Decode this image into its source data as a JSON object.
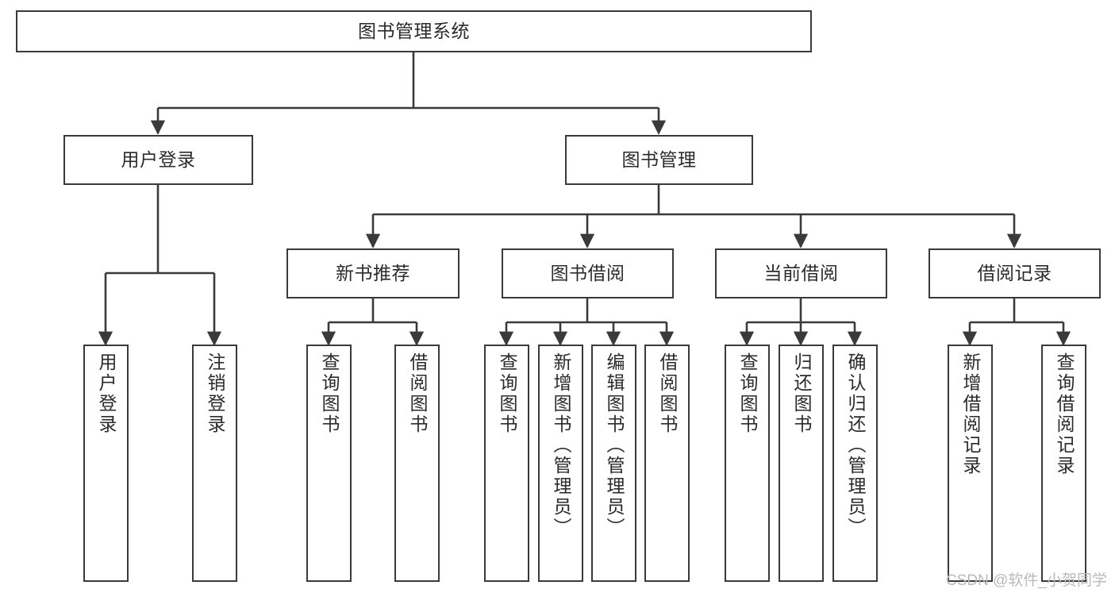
{
  "diagram": {
    "type": "tree-hierarchy",
    "title": "图书管理系统",
    "root": {
      "id": "root",
      "label": "图书管理系统"
    },
    "level2": [
      {
        "id": "user-login",
        "label": "用户登录"
      },
      {
        "id": "book-manage",
        "label": "图书管理"
      }
    ],
    "level3": [
      {
        "id": "new-book-rec",
        "label": "新书推荐",
        "parent": "book-manage"
      },
      {
        "id": "book-borrow",
        "label": "图书借阅",
        "parent": "book-manage"
      },
      {
        "id": "current-borrow",
        "label": "当前借阅",
        "parent": "book-manage"
      },
      {
        "id": "borrow-record",
        "label": "借阅记录",
        "parent": "book-manage"
      }
    ],
    "leaves": [
      {
        "id": "leaf-user-login",
        "label": "用户登录",
        "parent": "user-login"
      },
      {
        "id": "leaf-logout-login",
        "label": "注销登录",
        "parent": "user-login"
      },
      {
        "id": "leaf-query-book-1",
        "label": "查询图书",
        "parent": "new-book-rec"
      },
      {
        "id": "leaf-borrow-book-1",
        "label": "借阅图书",
        "parent": "new-book-rec"
      },
      {
        "id": "leaf-query-book-2",
        "label": "查询图书",
        "parent": "book-borrow"
      },
      {
        "id": "leaf-add-book",
        "label": "新增图书（管理员）",
        "parent": "book-borrow"
      },
      {
        "id": "leaf-edit-book",
        "label": "编辑图书（管理员）",
        "parent": "book-borrow"
      },
      {
        "id": "leaf-borrow-book-2",
        "label": "借阅图书",
        "parent": "book-borrow"
      },
      {
        "id": "leaf-query-book-3",
        "label": "查询图书",
        "parent": "current-borrow"
      },
      {
        "id": "leaf-return-book",
        "label": "归还图书",
        "parent": "current-borrow"
      },
      {
        "id": "leaf-confirm-return",
        "label": "确认归还（管理员）",
        "parent": "current-borrow"
      },
      {
        "id": "leaf-add-record",
        "label": "新增借阅记录",
        "parent": "borrow-record"
      },
      {
        "id": "leaf-query-record",
        "label": "查询借阅记录",
        "parent": "borrow-record"
      }
    ]
  },
  "watermark": {
    "text": "CSDN @软件_小贺同学"
  },
  "colors": {
    "stroke": "#3a3a3a",
    "text": "#2b2b2b",
    "background": "#ffffff",
    "watermark": "#b9b9b9"
  }
}
